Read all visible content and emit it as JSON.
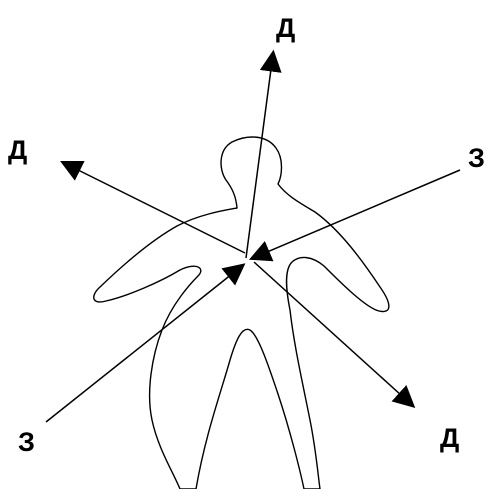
{
  "labels": {
    "top": "Д",
    "left": "Д",
    "right": "З",
    "bottom_left": "З",
    "bottom_right": "Д"
  },
  "colors": {
    "stroke": "#000000",
    "background": "#ffffff"
  }
}
